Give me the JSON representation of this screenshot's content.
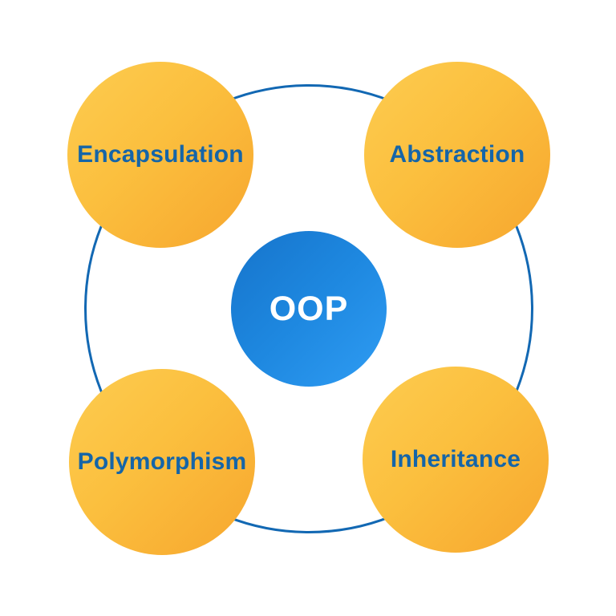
{
  "diagram": {
    "type": "hub-and-spoke",
    "center": {
      "label": "OOP"
    },
    "nodes": [
      {
        "id": "encapsulation",
        "label": "Encapsulation",
        "position": "top-left"
      },
      {
        "id": "abstraction",
        "label": "Abstraction",
        "position": "top-right"
      },
      {
        "id": "polymorphism",
        "label": "Polymorphism",
        "position": "bottom-left"
      },
      {
        "id": "inheritance",
        "label": "Inheritance",
        "position": "bottom-right"
      }
    ],
    "colors": {
      "background": "#ffffff",
      "ring_stroke": "#1268b3",
      "node_gradient_start": "#fdcc50",
      "node_gradient_end": "#f7a62e",
      "node_text": "#1565a8",
      "center_gradient_start": "#1674cb",
      "center_gradient_end": "#2f9cf3",
      "center_text": "#ffffff"
    }
  }
}
